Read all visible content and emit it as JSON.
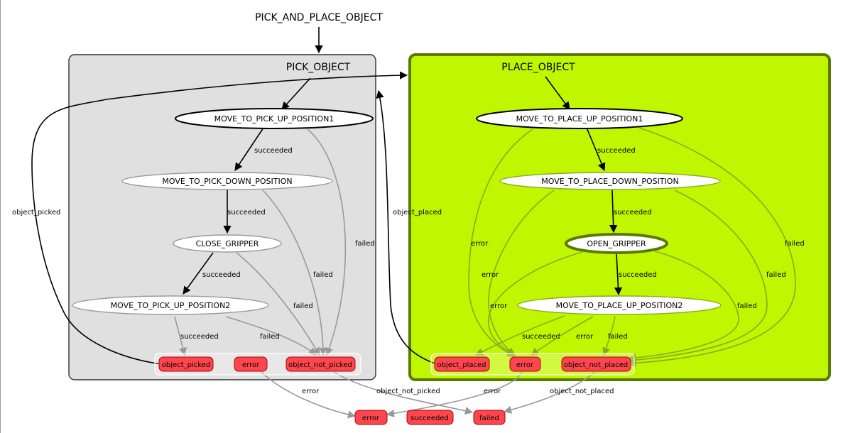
{
  "title": "PICK_AND_PLACE_OBJECT",
  "containers": {
    "pick": {
      "title": "PICK_OBJECT",
      "states": {
        "s1": "MOVE_TO_PICK_UP_POSITION1",
        "s2": "MOVE_TO_PICK_DOWN_POSITION",
        "s3": "CLOSE_GRIPPER",
        "s4": "MOVE_TO_PICK_UP_POSITION2"
      },
      "outcomes": {
        "o1": "object_picked",
        "o2": "error",
        "o3": "object_not_picked"
      }
    },
    "place": {
      "title": "PLACE_OBJECT",
      "states": {
        "s1": "MOVE_TO_PLACE_UP_POSITION1",
        "s2": "MOVE_TO_PLACE_DOWN_POSITION",
        "s3": "OPEN_GRIPPER",
        "s4": "MOVE_TO_PLACE_UP_POSITION2"
      },
      "outcomes": {
        "o1": "object_placed",
        "o2": "error",
        "o3": "object_not_placed"
      }
    }
  },
  "final_outcomes": {
    "error": "error",
    "succeeded": "succeeded",
    "failed": "failed"
  },
  "edge_labels": {
    "succeeded": "succeeded",
    "failed": "failed",
    "error": "error",
    "object_picked": "object_picked",
    "object_placed": "object_placed",
    "object_not_picked": "object_not_picked",
    "object_not_placed": "object_not_placed"
  },
  "colors": {
    "pick_container_fill": "#e0e0e0",
    "place_container_fill": "#c0f700",
    "place_container_border": "#5a7a00",
    "outcome_fill": "#fe464f",
    "outcome_border": "#aa0000",
    "state_fill": "#ffffff",
    "active_state_border": "#5a7a00",
    "edge_gray": "#999999",
    "edge_green": "#88aa22"
  }
}
